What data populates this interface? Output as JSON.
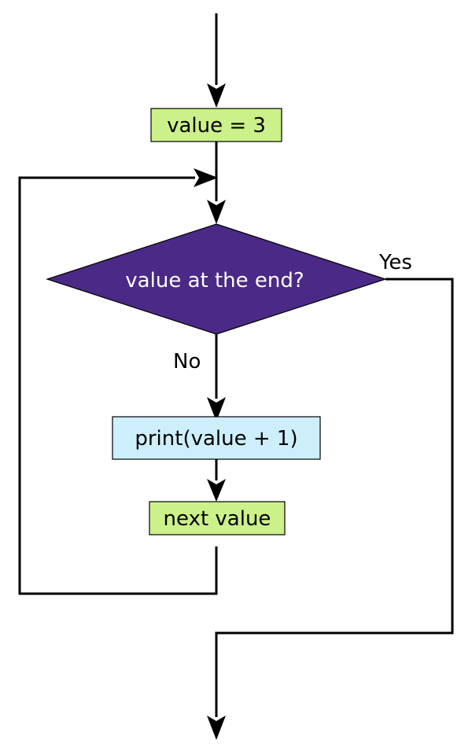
{
  "nodes": {
    "init": {
      "label": "value = 3",
      "fill": "#ccf08a"
    },
    "decision": {
      "label": "value at the end?",
      "fill": "#4a2a86",
      "text_color": "#ffffff"
    },
    "print": {
      "label": "print(value + 1)",
      "fill": "#cdeffc"
    },
    "next": {
      "label": "next value",
      "fill": "#ccf08a"
    }
  },
  "edges": {
    "yes_label": "Yes",
    "no_label": "No"
  }
}
